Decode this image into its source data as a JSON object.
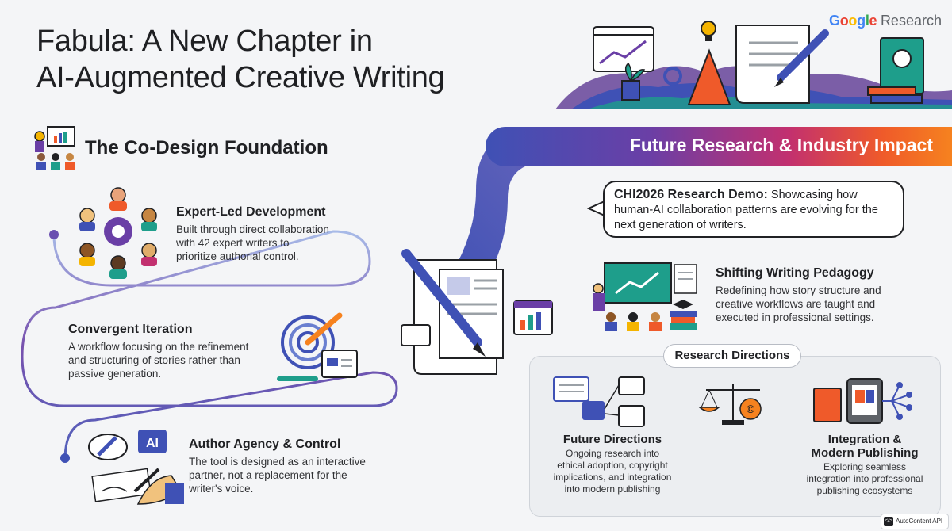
{
  "title": {
    "line1": "Fabula: A New Chapter in",
    "line2": "AI-Augmented Creative Writing"
  },
  "brand": {
    "google": "Google",
    "research": "Research"
  },
  "left_section": {
    "heading": "The Co-Design Foundation",
    "items": [
      {
        "title": "Expert-Led Development",
        "text": [
          "Built through direct collaboration",
          "with 42 expert writers to",
          "prioritize authorial control."
        ]
      },
      {
        "title": "Convergent Iteration",
        "text": [
          "A workflow focusing on the refinement",
          "and structuring of stories rather than",
          "passive generation."
        ]
      },
      {
        "title": "Author Agency & Control",
        "text": [
          "The tool is designed as an interactive",
          "partner, not a replacement for the",
          "writer's voice."
        ]
      }
    ],
    "ai_badge": "AI"
  },
  "right_section": {
    "banner": "Future Research & Industry Impact",
    "demo": {
      "bold": "CHI2026 Research Demo:",
      "text": " Showcasing how human-AI collaboration patterns are evolving for the next generation of writers."
    },
    "pedagogy": {
      "title": "Shifting Writing Pedagogy",
      "text": [
        "Redefining how story structure and",
        "creative workflows are taught and",
        "executed in professional settings."
      ]
    },
    "research_directions": {
      "label": "Research Directions",
      "future": {
        "title": "Future Directions",
        "text": [
          "Ongoing research into",
          "ethical adoption, copyright",
          "implications, and integration",
          "into modern publishing"
        ]
      },
      "integration": {
        "title_line1": "Integration &",
        "title_line2": "Modern Publishing",
        "text": [
          "Exploring seamless",
          "integration into professional",
          "publishing ecosystems"
        ]
      }
    }
  },
  "footer": {
    "badge": "AutoContent API"
  },
  "colors": {
    "indigo": "#3f51b5",
    "purple": "#6a3fa6",
    "magenta": "#c2306f",
    "orange": "#f6821f",
    "teal": "#1e9e8b",
    "gold": "#f4b400",
    "text": "#202124"
  }
}
